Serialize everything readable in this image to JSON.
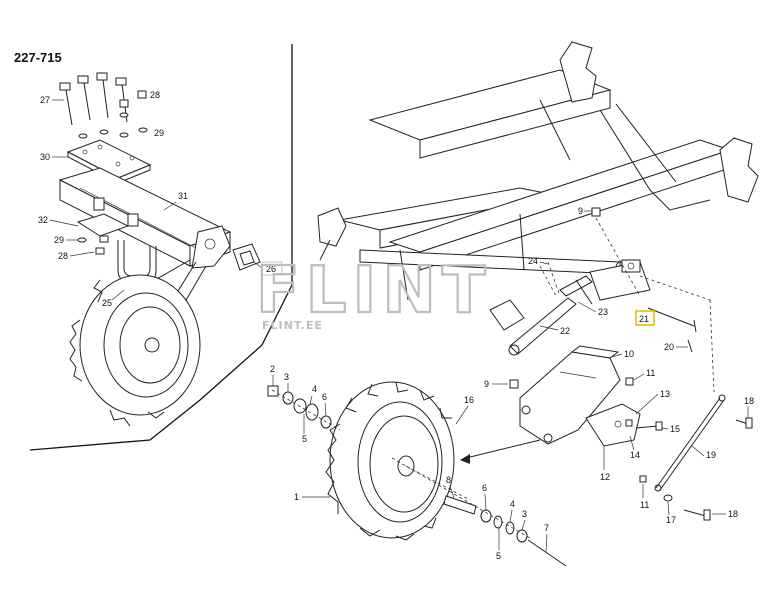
{
  "diagram": {
    "title": "227-715",
    "watermark": {
      "text": "FLINT",
      "subtext": "FLINT.EE"
    },
    "highlight_color": "#e2c000",
    "highlighted_part": "21",
    "inset_labels": [
      "27",
      "28",
      "29",
      "30",
      "31",
      "32",
      "29",
      "28",
      "25",
      "26"
    ],
    "main_labels": [
      "9",
      "24",
      "21",
      "23",
      "22",
      "20",
      "10",
      "11",
      "9",
      "13",
      "15",
      "14",
      "12",
      "19",
      "18",
      "16",
      "2",
      "3",
      "4",
      "6",
      "5",
      "1",
      "8",
      "6",
      "4",
      "3",
      "5",
      "7",
      "11",
      "17",
      "18"
    ]
  }
}
